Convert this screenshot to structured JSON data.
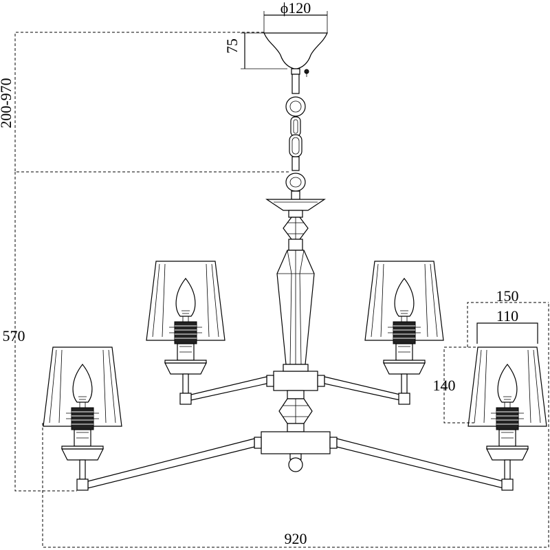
{
  "dimensions": {
    "canopy_diameter": "ϕ120",
    "canopy_height": "75",
    "adjustable_length": "200-970",
    "body_height": "570",
    "total_width": "920",
    "shade_top_width": "150",
    "shade_bottom_width": "110",
    "shade_height": "140"
  }
}
